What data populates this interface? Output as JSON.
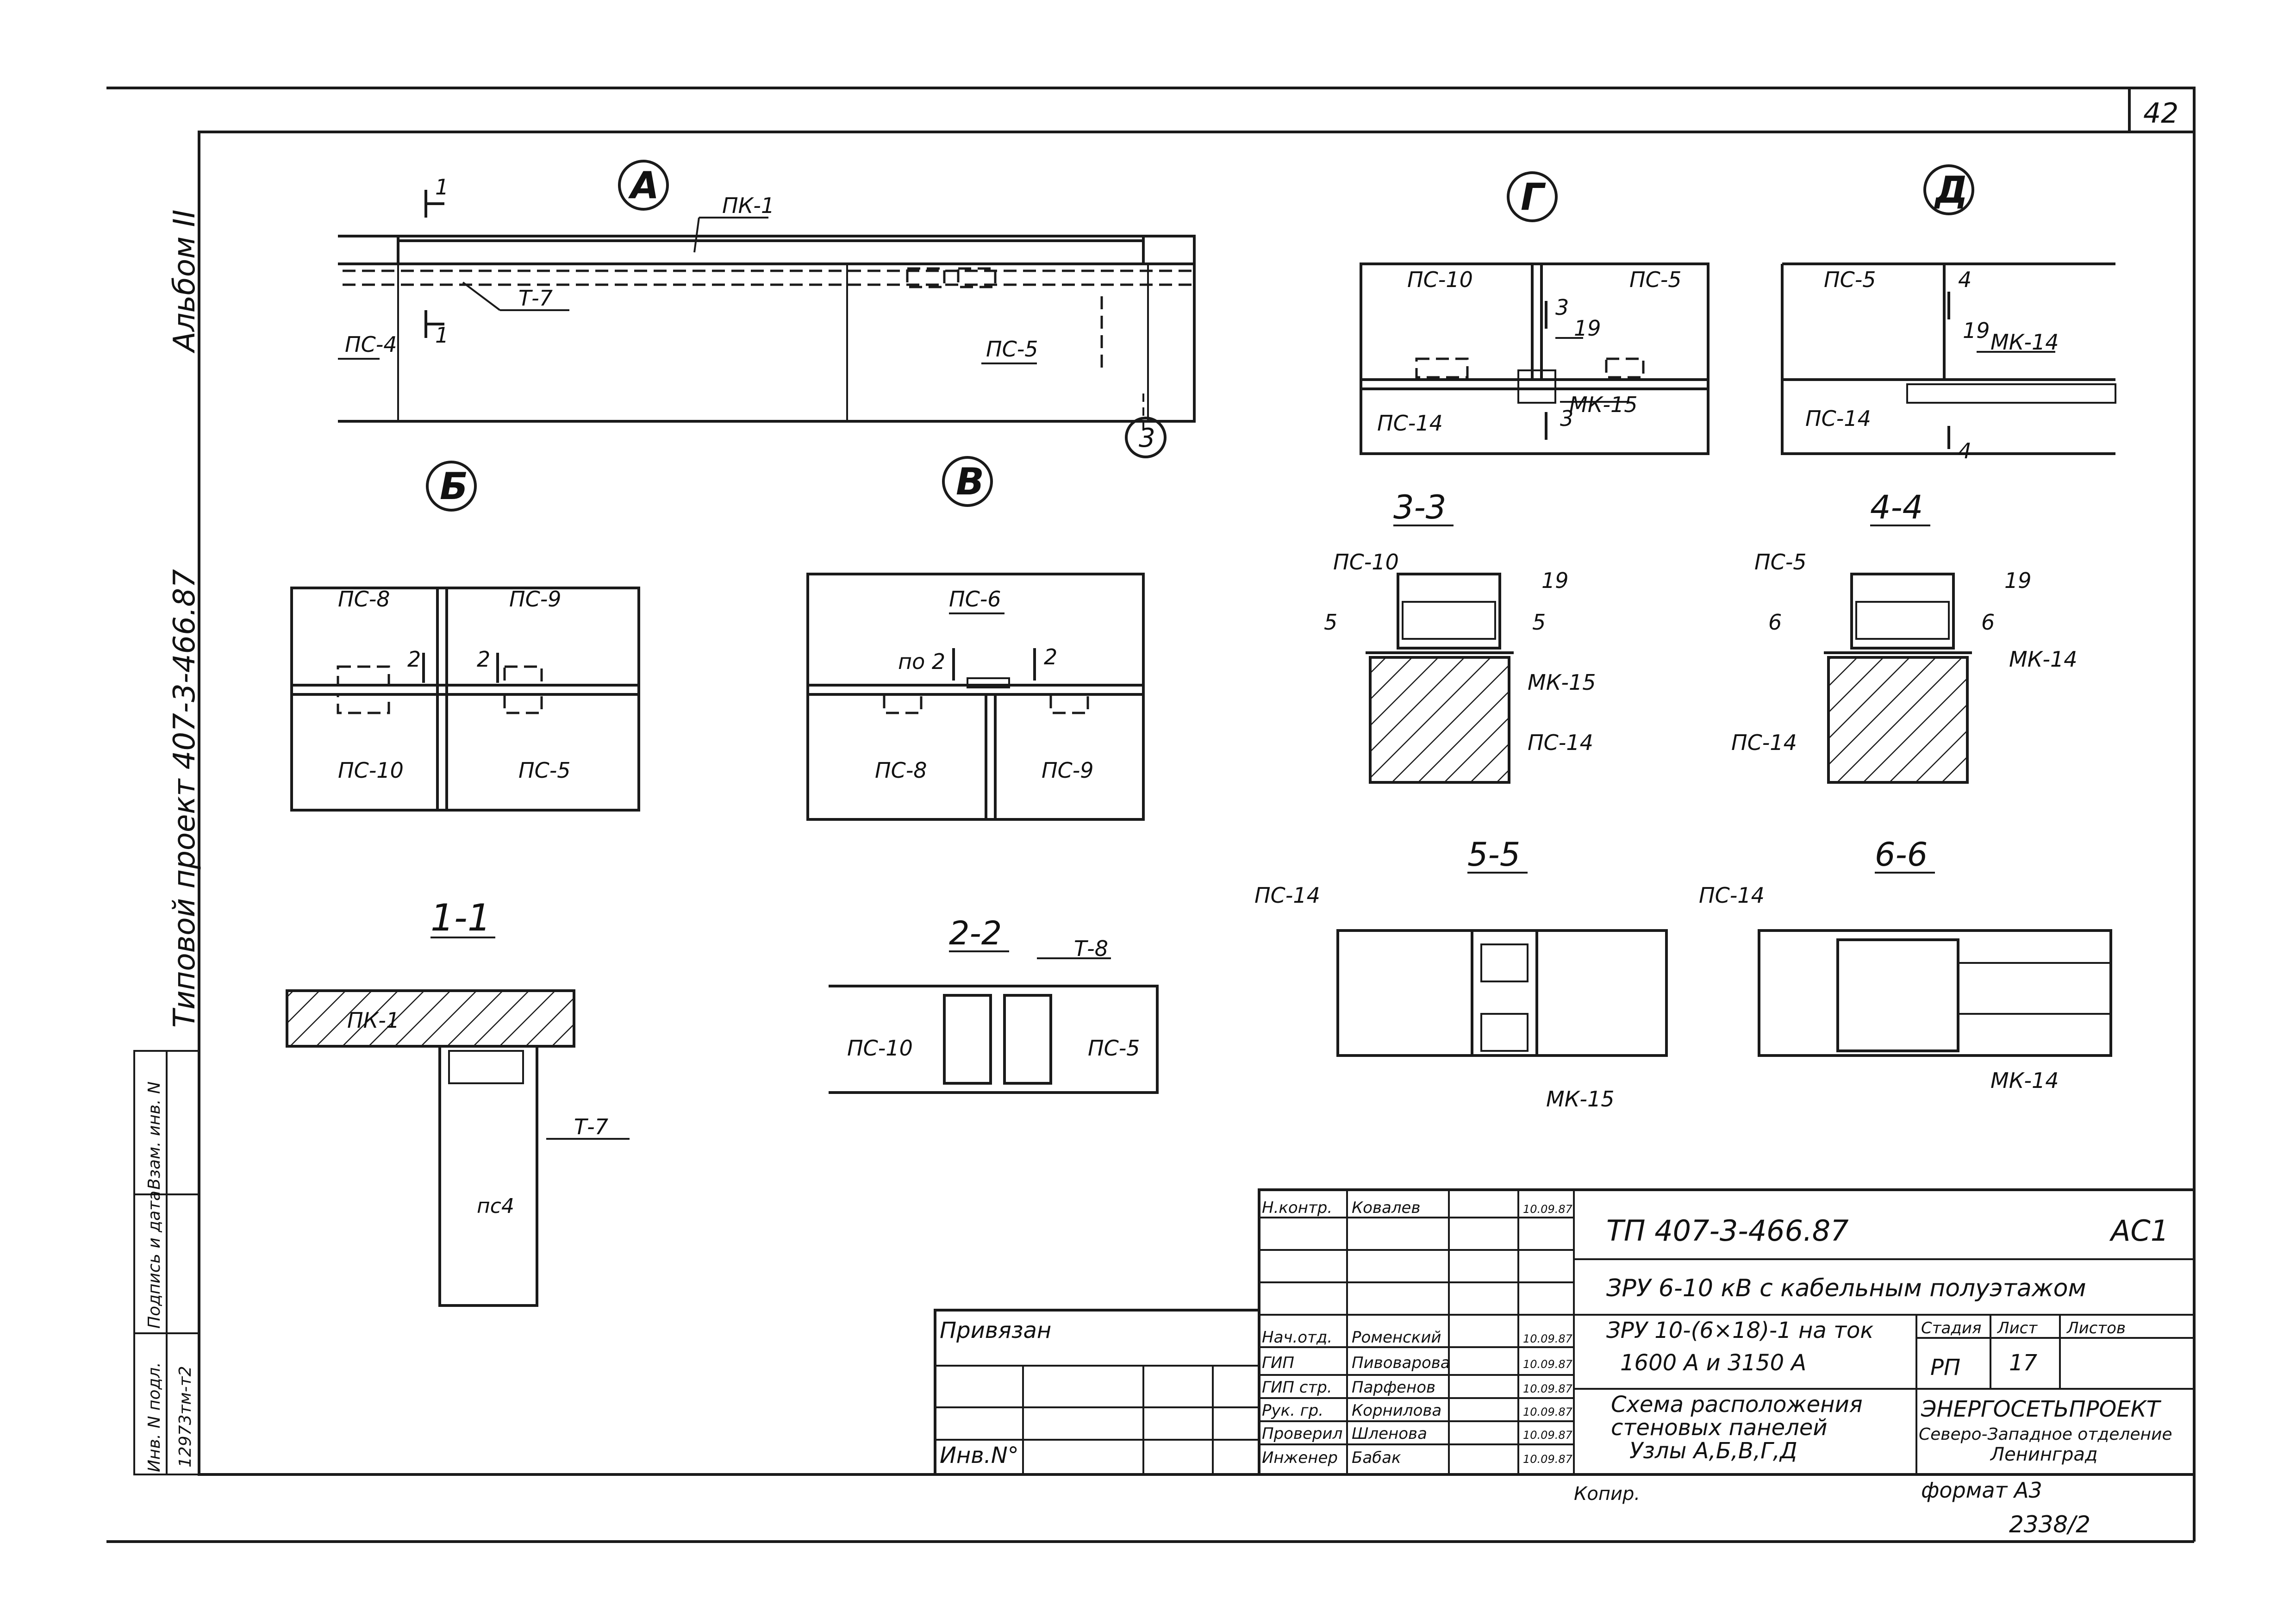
{
  "sheet_number": "42",
  "side": {
    "album": "Альбом II",
    "project": "Типовой проект 407-3-466.87",
    "cells": [
      "Инв. N подл.",
      "Подпись и дата",
      "Взам. инв. N"
    ],
    "inv_value": "12973тм-т2"
  },
  "nodes": {
    "A": {
      "mark": "А",
      "pk": "ПК-1",
      "t": "Т-7",
      "ps_left": "ПС-4",
      "ps_right": "ПС-5",
      "cut": "1",
      "axis": "3"
    },
    "B": {
      "mark": "Б",
      "tl": "ПС-8",
      "tr": "ПС-9",
      "bl": "ПС-10",
      "br": "ПС-5",
      "cut": "2"
    },
    "V": {
      "mark": "В",
      "top": "ПС-6",
      "bl": "ПС-8",
      "br": "ПС-9",
      "cut_left": "по 2",
      "cut_right": "2"
    },
    "G": {
      "mark": "Г",
      "tl": "ПС-10",
      "tr": "ПС-5",
      "bl": "ПС-14",
      "mk": "МК-15",
      "num": "19",
      "cut": "3"
    },
    "D": {
      "mark": "Д",
      "tl": "ПС-5",
      "bl": "ПС-14",
      "mk": "МК-14",
      "num": "19",
      "cut": "4"
    }
  },
  "sections": {
    "s33": {
      "title": "3-3",
      "top": "ПС-10",
      "num": "19",
      "mk": "МК-15",
      "bottom": "ПС-14",
      "cut": "5"
    },
    "s44": {
      "title": "4-4",
      "top": "ПС-5",
      "num": "19",
      "mk": "МК-14",
      "bottom": "ПС-14",
      "cut": "6"
    },
    "s11": {
      "title": "1-1",
      "pk": "ПК-1",
      "t": "Т-7",
      "ps": "пс4"
    },
    "s22": {
      "title": "2-2",
      "t": "Т-8",
      "left": "ПС-10",
      "right": "ПС-5"
    },
    "s55": {
      "title": "5-5",
      "ps": "ПС-14",
      "mk": "МК-15"
    },
    "s66": {
      "title": "6-6",
      "ps": "ПС-14",
      "mk": "МК-14"
    }
  },
  "stamp": {
    "code": "ТП 407-3-466.87",
    "mark": "АС1",
    "title": "ЗРУ 6-10 кВ с кабельным полуэтажом",
    "subtitle_1": "ЗРУ 10-(6×18)-1 на ток",
    "subtitle_2": "1600 А и 3150 А",
    "desc_1": "Схема расположения",
    "desc_2": "стеновых панелей",
    "desc_3": "Узлы А,Б,В,Г,Д",
    "stage_h": "Стадия",
    "sheet_h": "Лист",
    "sheets_h": "Листов",
    "stage": "РП",
    "sheet": "17",
    "org_1": "ЭНЕРГОСЕТЬПРОЕКТ",
    "org_2": "Северо-Западное отделение",
    "org_3": "Ленинград",
    "privyazan": "Привязан",
    "inv": "Инв.N°",
    "rows": [
      {
        "role": "Н.контр.",
        "name": "Ковалев",
        "date": "10.09.87"
      },
      {
        "role": "Нач.отд.",
        "name": "Роменский",
        "date": "10.09.87"
      },
      {
        "role": "ГИП",
        "name": "Пивоварова",
        "date": "10.09.87"
      },
      {
        "role": "ГИП стр.",
        "name": "Парфенов",
        "date": "10.09.87"
      },
      {
        "role": "Рук. гр.",
        "name": "Корнилова",
        "date": "10.09.87"
      },
      {
        "role": "Проверил",
        "name": "Шленова",
        "date": "10.09.87"
      },
      {
        "role": "Инженер",
        "name": "Бабак",
        "date": "10.09.87"
      }
    ],
    "copied": "Копир.",
    "format": "формат А3",
    "doc_number": "2338/2"
  }
}
